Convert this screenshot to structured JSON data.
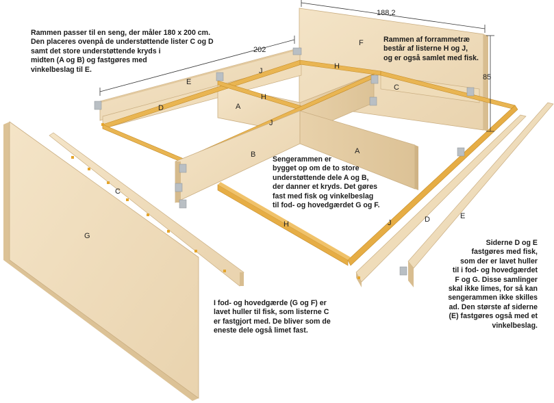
{
  "notes": {
    "top_left": [
      "Rammen passer til en seng, der måler 180 x 200 cm.",
      "Den placeres ovenpå de understøttende lister C og D",
      "samt det store understøttende kryds i",
      "midten (A og B) og fastgøres med",
      "vinkelbeslag til E."
    ],
    "top_right": [
      "Rammen af forrammetræ",
      "består af listerne H og J,",
      "og er også samlet med fisk."
    ],
    "center": [
      "Sengerammen er",
      "bygget op om de to store",
      "understøttende dele A og B,",
      "der danner et kryds. Det gøres",
      "fast med fisk og vinkelbeslag",
      "til fod- og hovedgærdet G og F."
    ],
    "bottom_center": [
      "I fod- og hovedgærde (G og F)  er",
      "lavet huller til fisk, som  listerne C",
      "er fastgjort med.  De bliver som de",
      "eneste  dele også limet fast."
    ],
    "bottom_right": [
      "Siderne D og E",
      "fastgøres med fisk,",
      "som der er lavet huller",
      "til i fod- og hovedgærdet",
      "F og G. Disse samlinger",
      "skal ikke limes, for så kan",
      "sengerammen ikke skilles",
      "ad. Den største af siderne",
      "(E) fastgøres også med et",
      "vinkelbeslag."
    ]
  },
  "dimensions": {
    "width": "188,2",
    "length": "202",
    "height": "85"
  },
  "labels": {
    "F": "F",
    "G": "G",
    "A_left": "A",
    "A_right": "A",
    "B": "B",
    "C_back": "C",
    "C_loose": "C",
    "D_back": "D",
    "D_loose": "D",
    "E_back": "E",
    "E_loose": "E",
    "H_back": "H",
    "H_mid": "H",
    "H_front": "H",
    "J_back": "J",
    "J_mid": "J",
    "J_front": "J"
  },
  "colors": {
    "plywood": "#efdcbc",
    "plywood_edge": "#d9c097",
    "pine": "#e7b24c",
    "pine_dark": "#c98f2a",
    "bracket": "#b9bfc4",
    "dowel": "#e5a52c"
  }
}
